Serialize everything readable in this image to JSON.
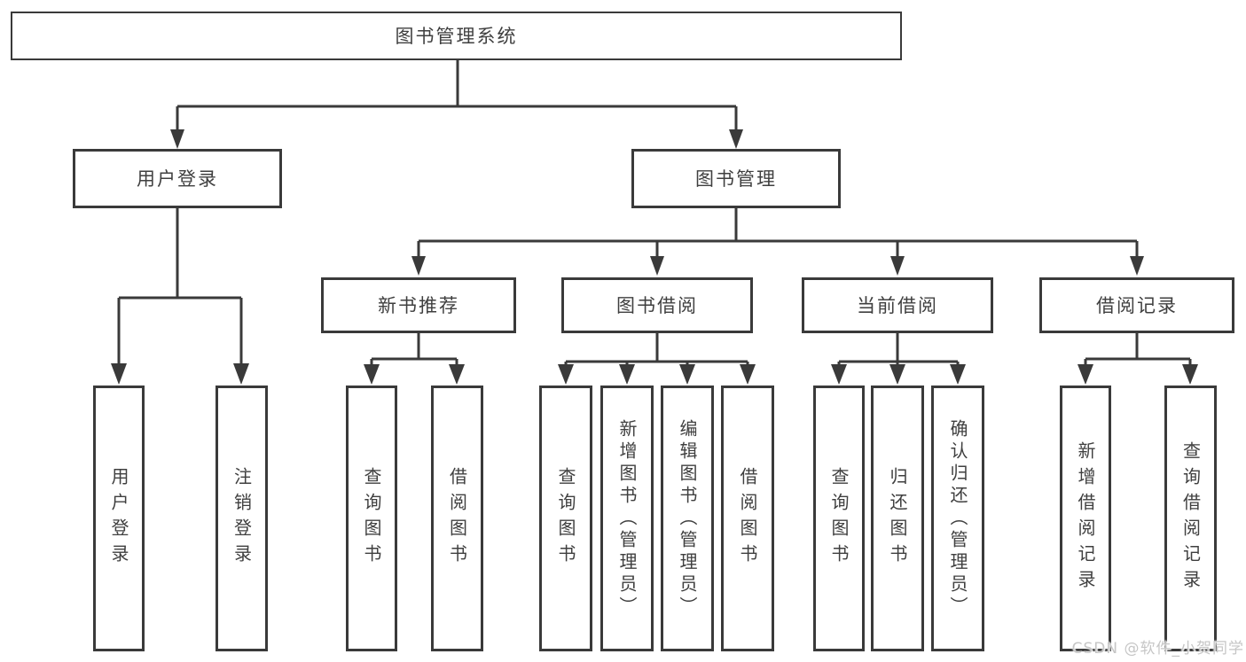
{
  "diagram": {
    "root": {
      "label": "图书管理系统"
    },
    "level2": [
      {
        "label": "用户登录",
        "children": [
          {
            "label": "用户登录"
          },
          {
            "label": "注销登录"
          }
        ]
      },
      {
        "label": "图书管理",
        "children": [
          {
            "label": "新书推荐",
            "children": [
              {
                "label": "查询图书"
              },
              {
                "label": "借阅图书"
              }
            ]
          },
          {
            "label": "图书借阅",
            "children": [
              {
                "label": "查询图书"
              },
              {
                "label": "新增图书（管理员）"
              },
              {
                "label": "编辑图书（管理员）"
              },
              {
                "label": "借阅图书"
              }
            ]
          },
          {
            "label": "当前借阅",
            "children": [
              {
                "label": "查询图书"
              },
              {
                "label": "归还图书"
              },
              {
                "label": "确认归还（管理员）"
              }
            ]
          },
          {
            "label": "借阅记录",
            "children": [
              {
                "label": "新增借阅记录"
              },
              {
                "label": "查询借阅记录"
              }
            ]
          }
        ]
      }
    ]
  },
  "watermark": {
    "text": "CSDN @软件_小贺同学"
  },
  "colors": {
    "line": "#3a3a3a",
    "text": "#3f3f3f",
    "watermark": "#c6c6c6",
    "background": "#ffffff"
  }
}
